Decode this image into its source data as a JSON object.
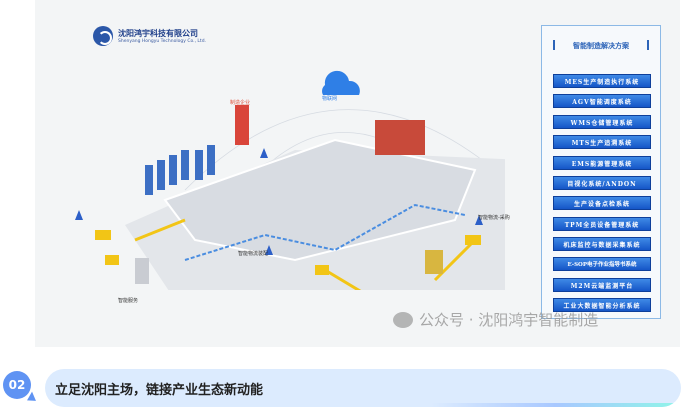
{
  "company": {
    "name_cn": "沈阳鸿宇科技有限公司",
    "name_en": "Shenyang Hongyu Technology Co., Ltd."
  },
  "diagram": {
    "labels": {
      "enterprise": "制造企业",
      "cloud": "物联网",
      "logistics_purchase": "智能物流-采购",
      "logistics_assembly": "智能物流装配",
      "service": "智能服务"
    }
  },
  "solutions": {
    "title": "智能制造解决方案",
    "items": [
      "MES生产制造执行系统",
      "AGV智能调度系统",
      "WMS仓储管理系统",
      "MTS生产追溯系统",
      "EMS能源管理系统",
      "目视化系统/ANDON",
      "生产设备点检系统",
      "TPM全员设备管理系统",
      "机床监控与数据采集系统",
      "E-SOP电子作业指导书系统",
      "M2M云端监测平台",
      "工业大数据智能分析系统"
    ]
  },
  "watermark": "公众号 · 沈阳鸿宇智能制造",
  "section": {
    "number": "02",
    "title": "立足沈阳主场，链接产业生态新动能"
  },
  "colors": {
    "accent": "#5f93f3",
    "banner": "#dcebfe",
    "solution_button": "#1d5fcf"
  }
}
